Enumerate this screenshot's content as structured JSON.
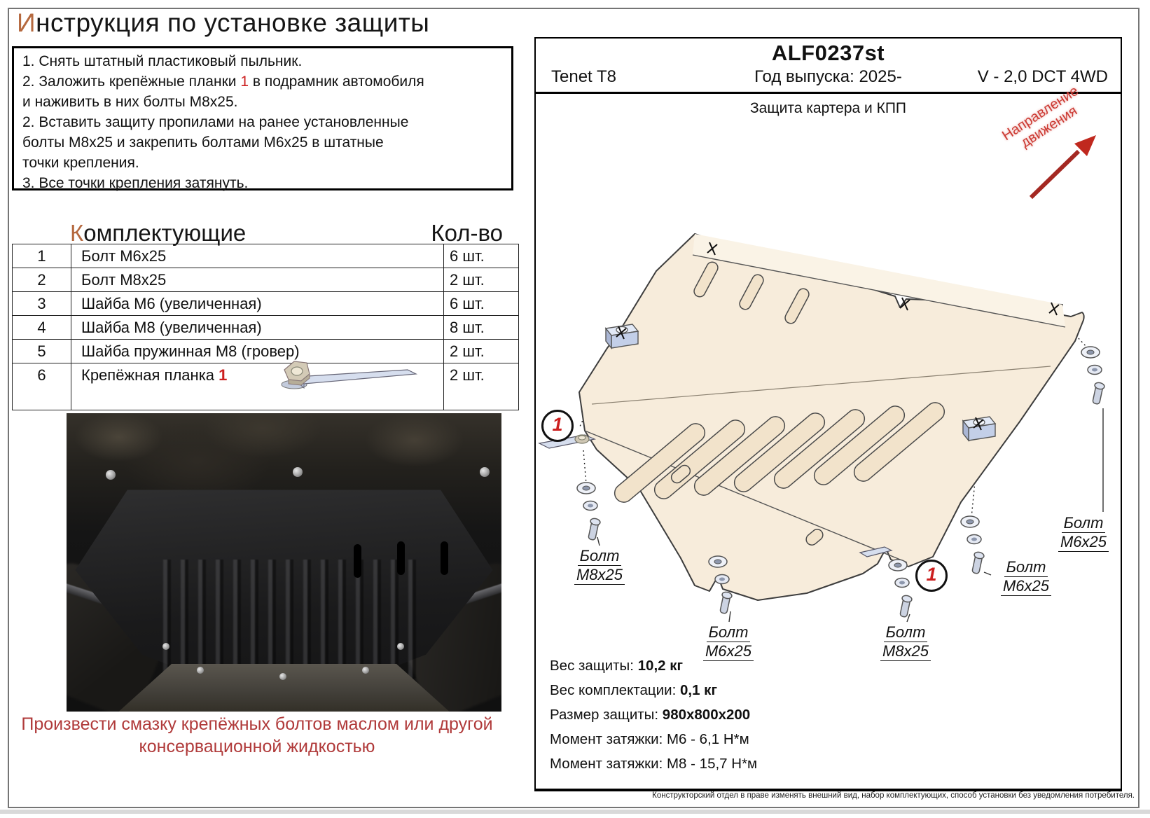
{
  "page": {
    "title": {
      "accent": "И",
      "rest": "нструкция по установке защиты"
    },
    "footer": "Конструкторский отдел в праве изменять внешний вид, набор комплектующих, способ установки без уведомления потребителя."
  },
  "instructions": {
    "lines": [
      {
        "pre": "1. Снять штатный пластиковый пыльник.",
        "ref": "",
        "post": ""
      },
      {
        "pre": "2. Заложить крепёжные планки ",
        "ref": "1",
        "post": " в подрамник автомобиля"
      },
      {
        "pre": "и наживить в них болты М8х25.",
        "ref": "",
        "post": ""
      },
      {
        "pre": "2. Вставить защиту пропилами на ранее установленные",
        "ref": "",
        "post": ""
      },
      {
        "pre": "болты М8х25 и закрепить болтами М6х25 в штатные",
        "ref": "",
        "post": ""
      },
      {
        "pre": "точки крепления.",
        "ref": "",
        "post": ""
      },
      {
        "pre": "3. Все точки крепления затянуть.",
        "ref": "",
        "post": ""
      }
    ]
  },
  "parts": {
    "header": {
      "accent": "К",
      "rest": "омплектующие"
    },
    "qty_header": "Кол-во",
    "rows": [
      {
        "num": "1",
        "name": "Болт М6х25",
        "ref": "",
        "qty": "6 шт."
      },
      {
        "num": "2",
        "name": "Болт М8х25",
        "ref": "",
        "qty": "2 шт."
      },
      {
        "num": "3",
        "name": "Шайба М6 (увеличенная)",
        "ref": "",
        "qty": "6 шт."
      },
      {
        "num": "4",
        "name": "Шайба М8 (увеличенная)",
        "ref": "",
        "qty": "8 шт."
      },
      {
        "num": "5",
        "name": "Шайба пружинная М8 (гровер)",
        "ref": "",
        "qty": "2 шт."
      },
      {
        "num": "6",
        "name": "Крепёжная планка ",
        "ref": "1",
        "qty": "2 шт."
      }
    ]
  },
  "photo": {
    "caption_line1": "Произвести смазку крепёжных болтов маслом или другой",
    "caption_line2": "консервационной жидкостью"
  },
  "drawing": {
    "part_number": "ALF0237st",
    "model": "Tenet T8",
    "year": "Год выпуска: 2025-",
    "engine": "V - 2,0 DCT 4WD",
    "subtitle": "Защита картера и КПП",
    "direction": {
      "line1": "Направление",
      "line2": "движения"
    },
    "ref_number": "1",
    "labels": [
      {
        "line1": "Болт",
        "line2": "М8х25"
      },
      {
        "line1": "Болт",
        "line2": "М6х25"
      },
      {
        "line1": "Болт",
        "line2": "М8х25"
      },
      {
        "line1": "Болт",
        "line2": "М6х25"
      },
      {
        "line1": "Болт",
        "line2": "М6х25"
      }
    ]
  },
  "specs": {
    "rows": [
      {
        "label": "Вес защиты: ",
        "value": "10,2 кг"
      },
      {
        "label": "Вес комплектации: ",
        "value": "0,1 кг"
      },
      {
        "label": "Размер защиты: ",
        "value": "980х800х200"
      },
      {
        "label": "Момент затяжки: ",
        "value": "М6 - 6,1 Н*м"
      },
      {
        "label": "Момент затяжки: ",
        "value": "М8 - 15,7 Н*м"
      }
    ]
  },
  "colors": {
    "accent_letter": "#b5693f",
    "reference_red": "#cc1f1f",
    "caption_red": "#b03a3a",
    "arrow_red": "#b9302a",
    "plate_fill": "#f7ecdb"
  }
}
